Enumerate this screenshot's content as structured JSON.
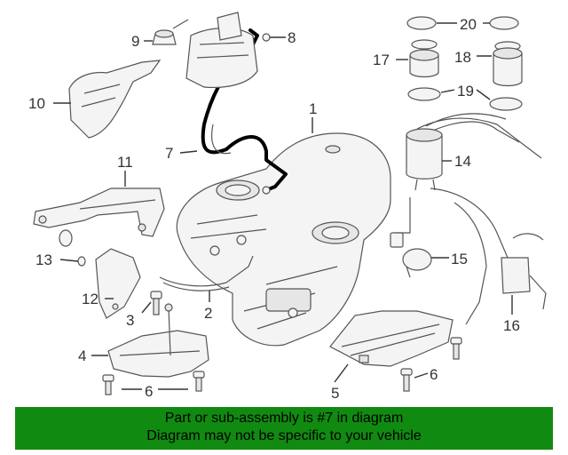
{
  "callouts": {
    "c1": "1",
    "c2": "2",
    "c3": "3",
    "c4": "4",
    "c5": "5",
    "c6a": "6",
    "c6b": "6",
    "c7": "7",
    "c8": "8",
    "c9": "9",
    "c10": "10",
    "c11": "11",
    "c12": "12",
    "c13": "13",
    "c14": "14",
    "c15": "15",
    "c16": "16",
    "c17": "17",
    "c18": "18",
    "c19": "19",
    "c20": "20"
  },
  "footer": {
    "line1": "Part or sub-assembly is #7 in diagram",
    "line2": "Diagram may not be specific to your vehicle"
  },
  "colors": {
    "footer_bg": "#118a11",
    "highlight": "#000000"
  }
}
